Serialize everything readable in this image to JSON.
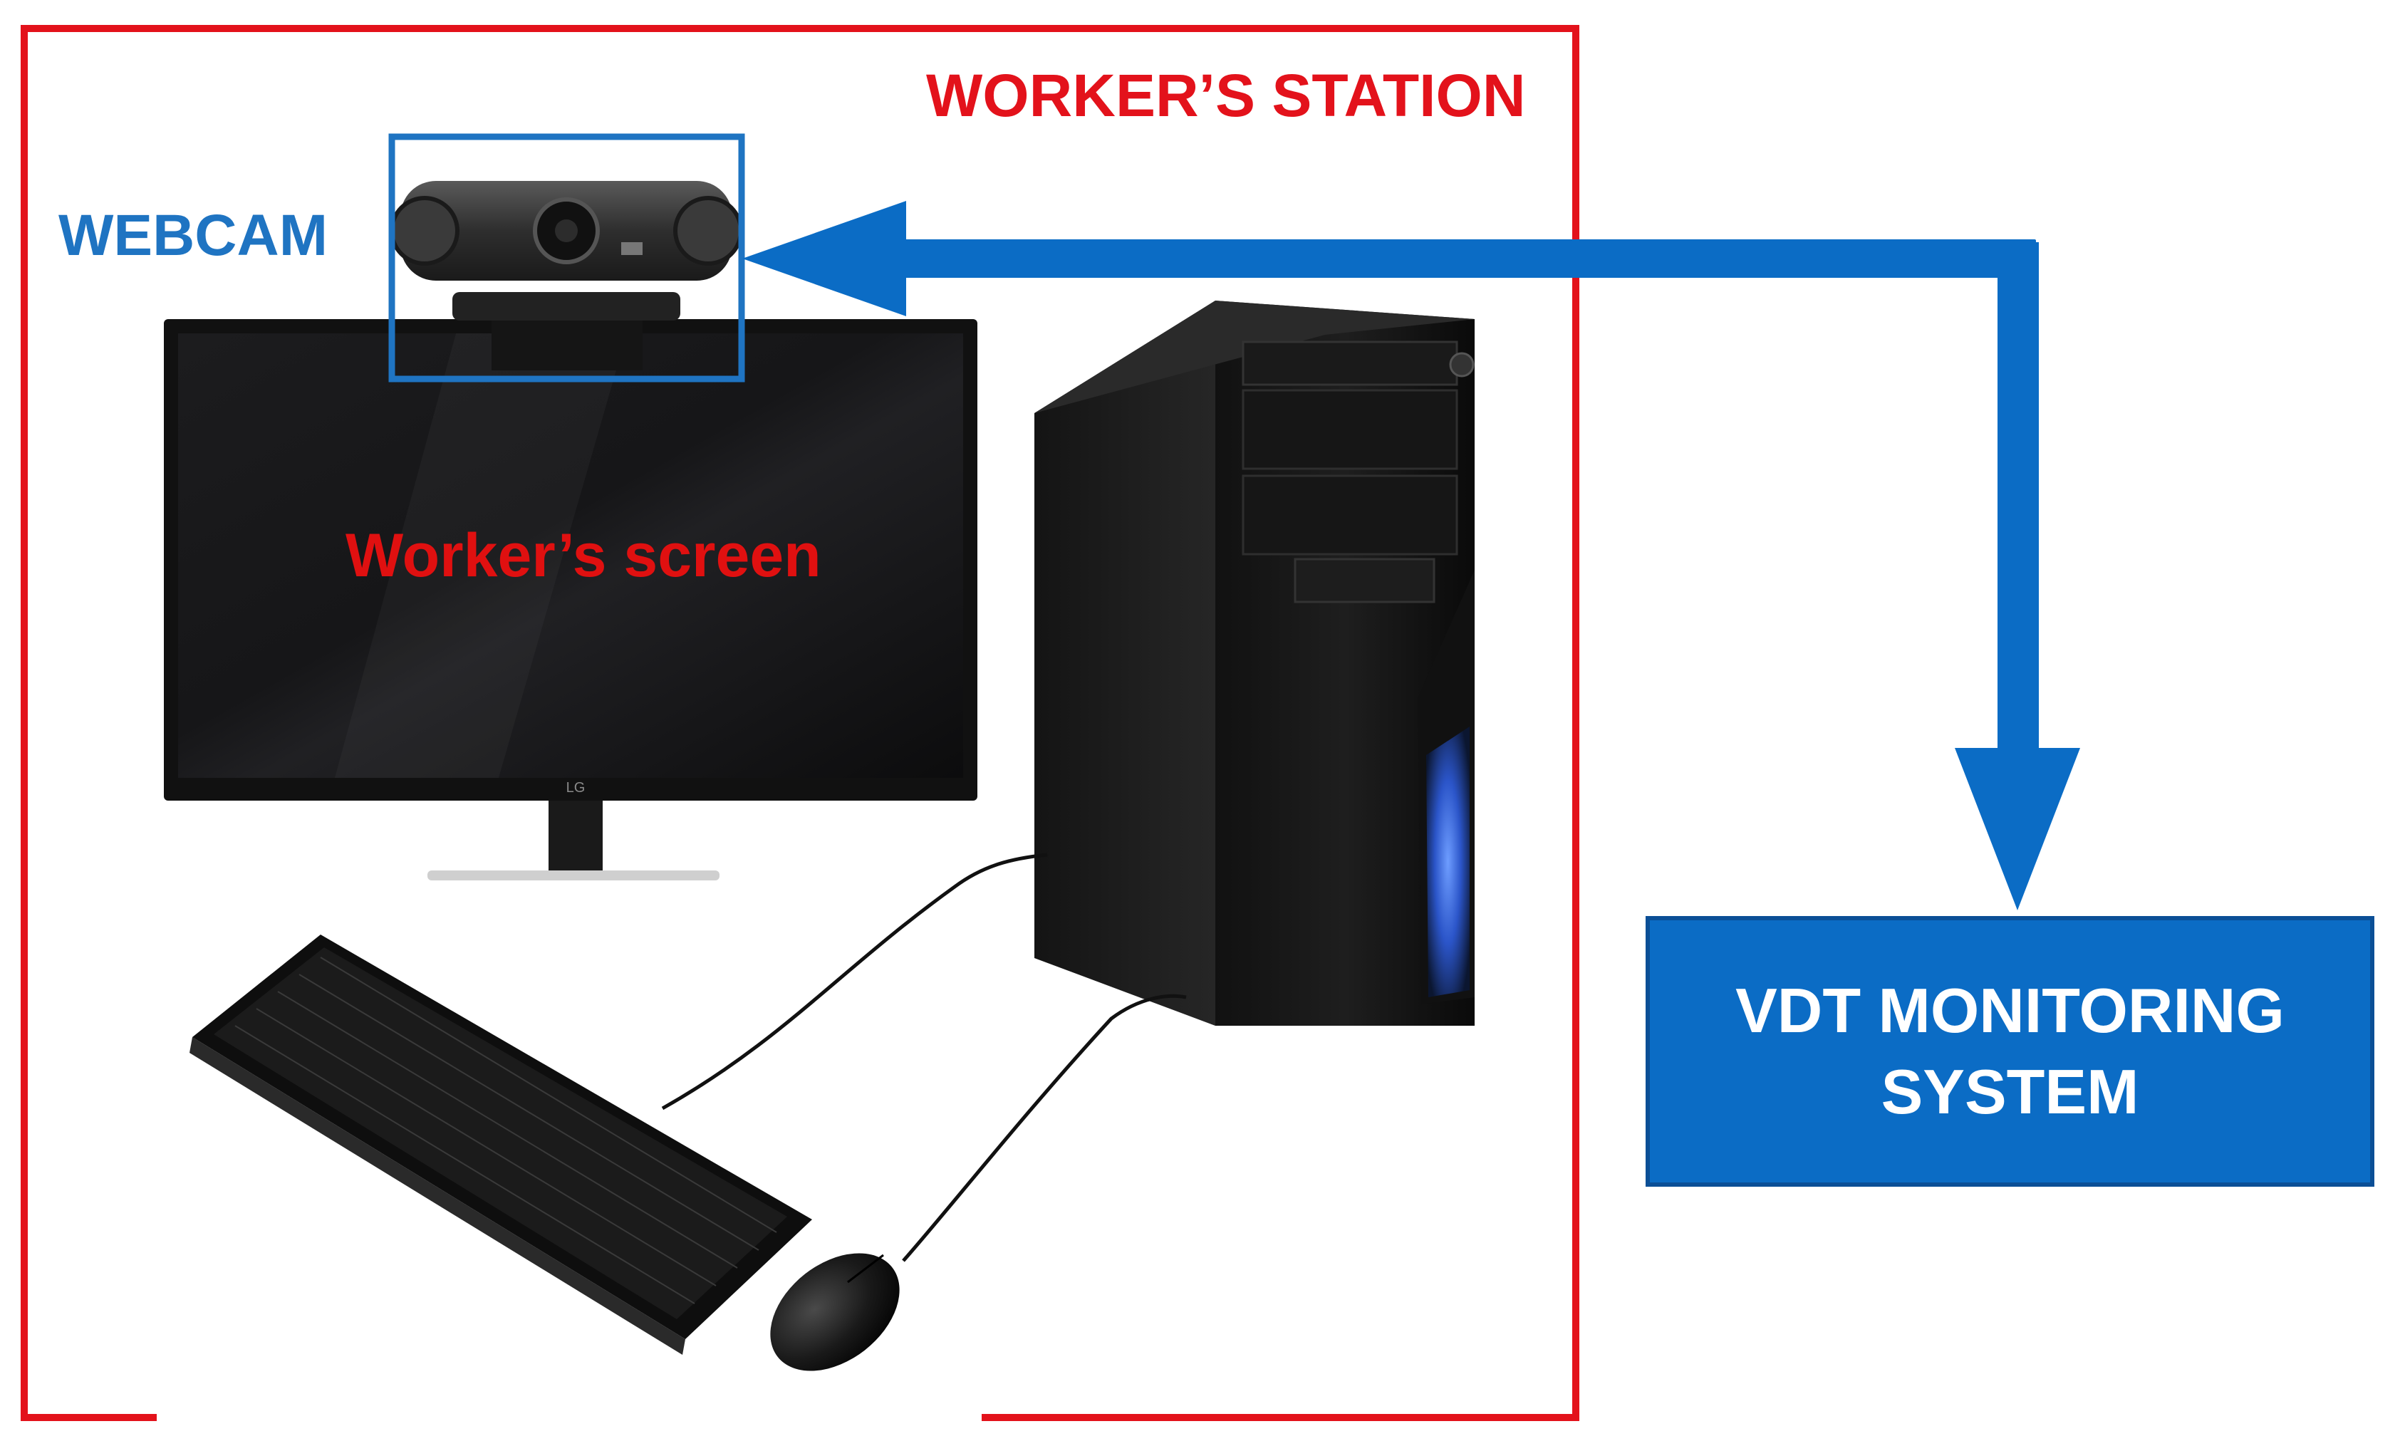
{
  "station": {
    "label": "WORKER’S STATION",
    "border_color": "#e3121b"
  },
  "webcam": {
    "label": "WEBCAM",
    "highlight_color": "#1f74c2"
  },
  "screen": {
    "label": "Worker’s screen",
    "label_color": "#e01010"
  },
  "monitoring_system": {
    "line1": "VDT MONITORING",
    "line2": "SYSTEM",
    "fill_color": "#0b6cc5"
  },
  "connection": {
    "color": "#0b6cc5",
    "direction": "bidirectional"
  },
  "equipment": [
    "monitor-icon",
    "webcam-icon",
    "pc-tower-icon",
    "keyboard-icon",
    "mouse-icon"
  ]
}
